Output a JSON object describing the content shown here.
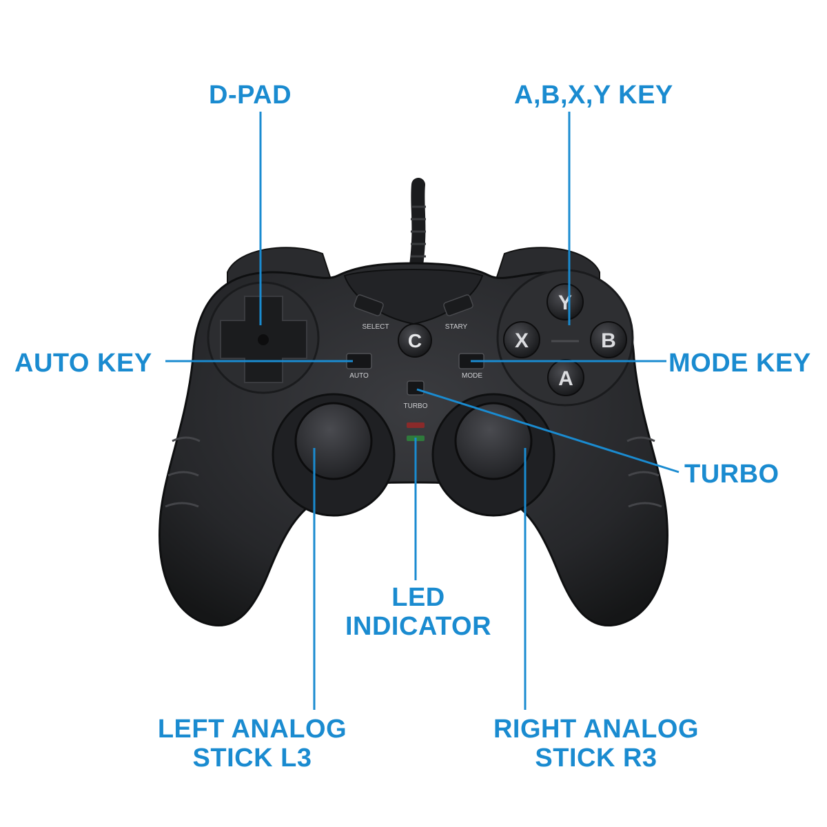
{
  "callouts": {
    "dpad": "D-PAD",
    "abxy": "A,B,X,Y KEY",
    "auto_key": "AUTO KEY",
    "mode_key": "MODE KEY",
    "turbo": "TURBO",
    "led_line1": "LED",
    "led_line2": "INDICATOR",
    "left_stick_line1": "LEFT ANALOG",
    "left_stick_line2": "STICK L3",
    "right_stick_line1": "RIGHT ANALOG",
    "right_stick_line2": "STICK R3"
  },
  "device_labels": {
    "select": "SELECT",
    "start": "STARY",
    "auto": "AUTO",
    "mode": "MODE",
    "turbo": "TURBO",
    "c": "C",
    "y": "Y",
    "x": "X",
    "b": "B",
    "a": "A"
  },
  "colors": {
    "accent": "#1a8bd0",
    "body": "#2b2c2f",
    "body_dark": "#1c1d1f",
    "led_red": "#8a2a2a",
    "led_green": "#2f7a3c"
  }
}
